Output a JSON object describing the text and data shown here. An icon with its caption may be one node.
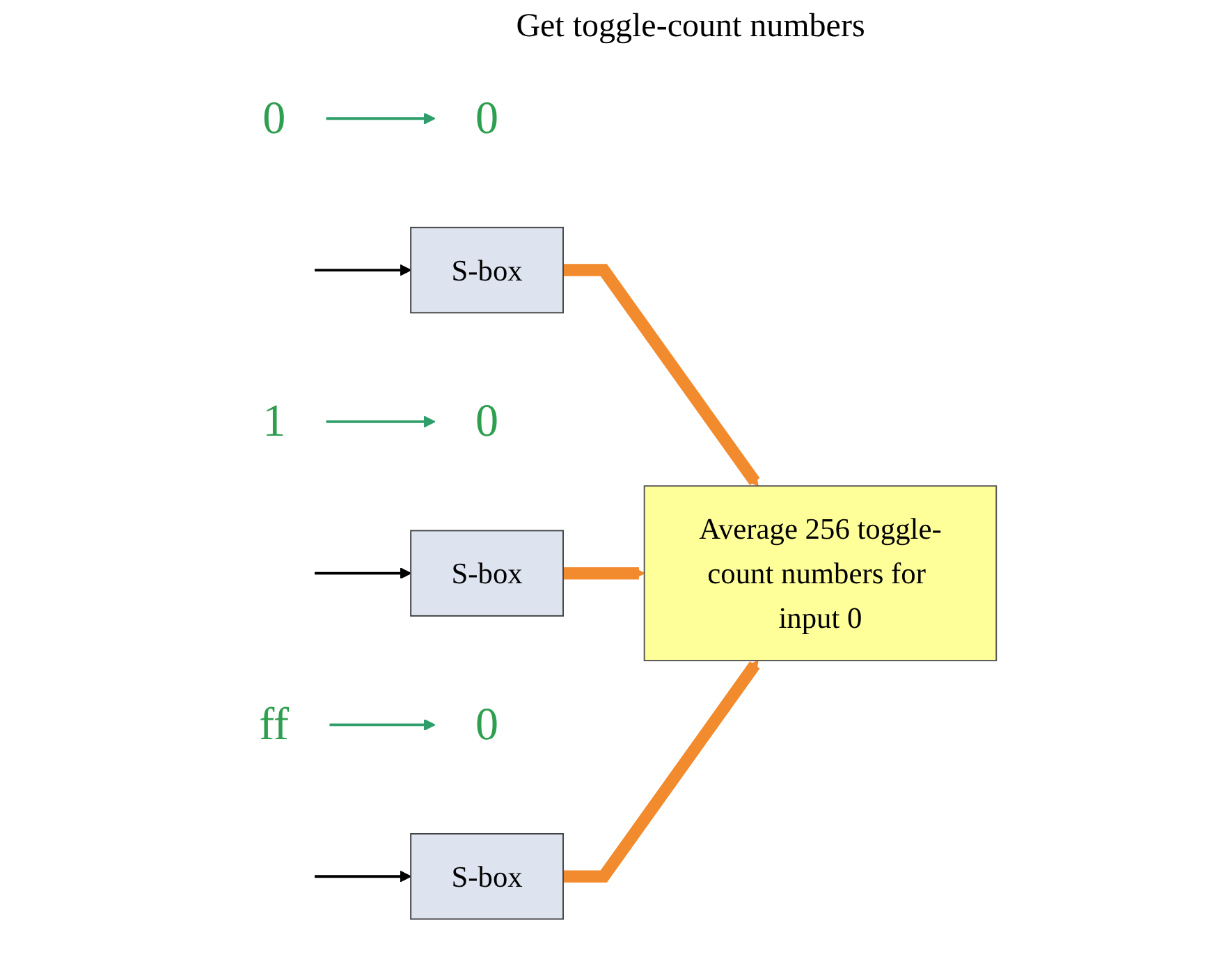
{
  "diagram": {
    "nodes": [
      {
        "text": [
          "0"
        ]
      },
      {
        "text": [
          "0"
        ]
      },
      {
        "text": [
          "S-box"
        ]
      },
      {
        "text": [
          "1"
        ]
      },
      {
        "text": [
          "0"
        ]
      },
      {
        "text": [
          "S-box"
        ]
      },
      {
        "text": [
          "ff"
        ]
      },
      {
        "text": [
          "0"
        ]
      },
      {
        "text": [
          "S-box"
        ]
      },
      {
        "text": [
          "Average 256 toggle-count numbers for input 0"
        ]
      }
    ],
    "edges": [
      {
        "from": 0,
        "to": 1,
        "arrow": "to",
        "color": "#2e9e6b"
      },
      {
        "from": null,
        "to": 2,
        "arrow": "to",
        "color": "#000000"
      },
      {
        "from": 3,
        "to": 4,
        "arrow": "to",
        "color": "#2e9e6b"
      },
      {
        "from": null,
        "to": 5,
        "arrow": "to",
        "color": "#000000"
      },
      {
        "from": 6,
        "to": 7,
        "arrow": "to",
        "color": "#2e9e6b"
      },
      {
        "from": null,
        "to": 8,
        "arrow": "to",
        "color": "#000000"
      },
      {
        "from": 2,
        "to": 9,
        "arrow": "to",
        "style": "thick",
        "color": "#f28a2e"
      },
      {
        "from": 5,
        "to": 9,
        "arrow": "to",
        "style": "thick",
        "color": "#f28a2e"
      },
      {
        "from": 8,
        "to": 9,
        "arrow": "to",
        "style": "thick",
        "color": "#f28a2e"
      }
    ],
    "labels": [
      "Get toggle-count numbers"
    ]
  }
}
